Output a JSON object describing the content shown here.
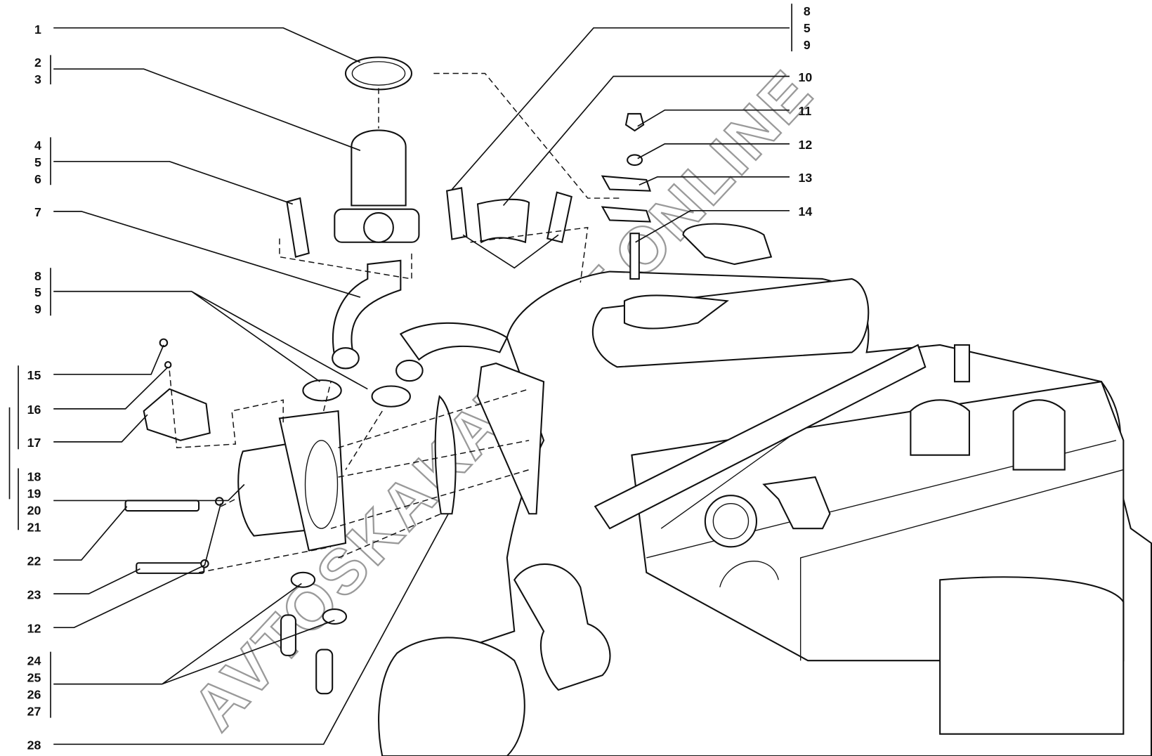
{
  "watermark": "AVTOSKAKAT.CAT.ONLINE",
  "labels_left": [
    {
      "id": "l1",
      "lines": [
        "1"
      ]
    },
    {
      "id": "l2",
      "lines": [
        "2",
        "3"
      ]
    },
    {
      "id": "l4",
      "lines": [
        "4",
        "5",
        "6"
      ]
    },
    {
      "id": "l7",
      "lines": [
        "7"
      ]
    },
    {
      "id": "l8",
      "lines": [
        "8",
        "5",
        "9"
      ]
    },
    {
      "id": "l15",
      "lines": [
        "15"
      ]
    },
    {
      "id": "l16",
      "lines": [
        "16"
      ]
    },
    {
      "id": "l17",
      "lines": [
        "17"
      ]
    },
    {
      "id": "l18",
      "lines": [
        "18",
        "19",
        "20",
        "21"
      ]
    },
    {
      "id": "l22",
      "lines": [
        "22"
      ]
    },
    {
      "id": "l23",
      "lines": [
        "23"
      ]
    },
    {
      "id": "l12b",
      "lines": [
        "12"
      ]
    },
    {
      "id": "l24",
      "lines": [
        "24",
        "25",
        "26",
        "27"
      ]
    },
    {
      "id": "l28",
      "lines": [
        "28"
      ]
    }
  ],
  "labels_right": [
    {
      "id": "r8",
      "lines": [
        "8",
        "5",
        "9"
      ]
    },
    {
      "id": "r10",
      "lines": [
        "10"
      ]
    },
    {
      "id": "r11",
      "lines": [
        "11"
      ]
    },
    {
      "id": "r12",
      "lines": [
        "12"
      ]
    },
    {
      "id": "r13",
      "lines": [
        "13"
      ]
    },
    {
      "id": "r14",
      "lines": [
        "14"
      ]
    }
  ]
}
